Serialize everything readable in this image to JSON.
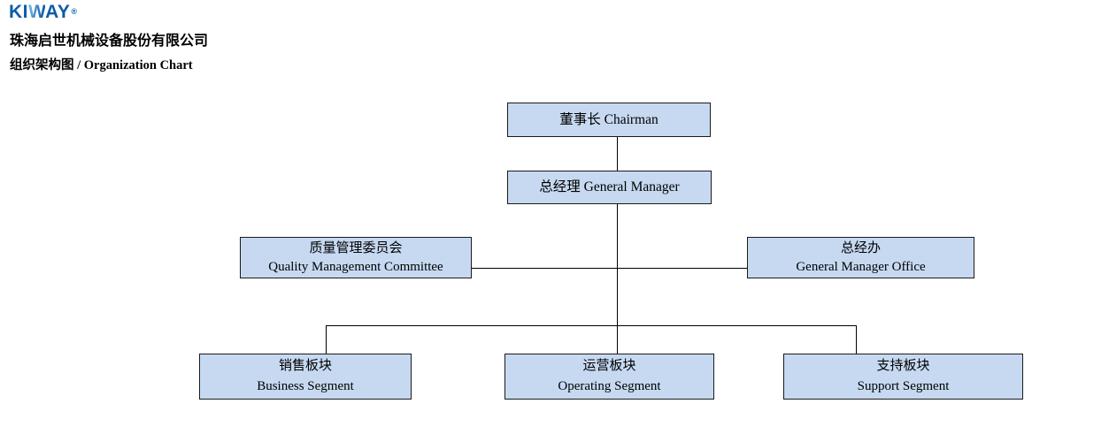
{
  "header": {
    "logo": {
      "part1": "KI",
      "part2": "W",
      "part3": "AY",
      "registered": "®"
    },
    "company_name": "珠海启世机械设备股份有限公司",
    "chart_title": "组织架构图 / Organization Chart"
  },
  "colors": {
    "logo_blue": "#0d5ca7",
    "logo_light_blue": "#72b6e4",
    "node_fill": "#c6d9f1",
    "node_border": "#1a1a1a",
    "connector": "#000000"
  },
  "nodes": {
    "chairman": {
      "label": "董事长 Chairman"
    },
    "general_manager": {
      "label": "总经理 General Manager"
    },
    "quality_committee": {
      "line1": "质量管理委员会",
      "line2": "Quality Management Committee"
    },
    "gm_office": {
      "line1": "总经办",
      "line2": "General Manager Office"
    },
    "business": {
      "line1": "销售板块",
      "line2": "Business Segment"
    },
    "operating": {
      "line1": "运营板块",
      "line2": "Operating Segment"
    },
    "support": {
      "line1": "支持板块",
      "line2": "Support Segment"
    }
  },
  "structure": {
    "root": "chairman",
    "edges": [
      [
        "chairman",
        "general_manager"
      ],
      [
        "general_manager",
        "quality_committee"
      ],
      [
        "general_manager",
        "gm_office"
      ],
      [
        "general_manager",
        "business"
      ],
      [
        "general_manager",
        "operating"
      ],
      [
        "general_manager",
        "support"
      ]
    ]
  }
}
